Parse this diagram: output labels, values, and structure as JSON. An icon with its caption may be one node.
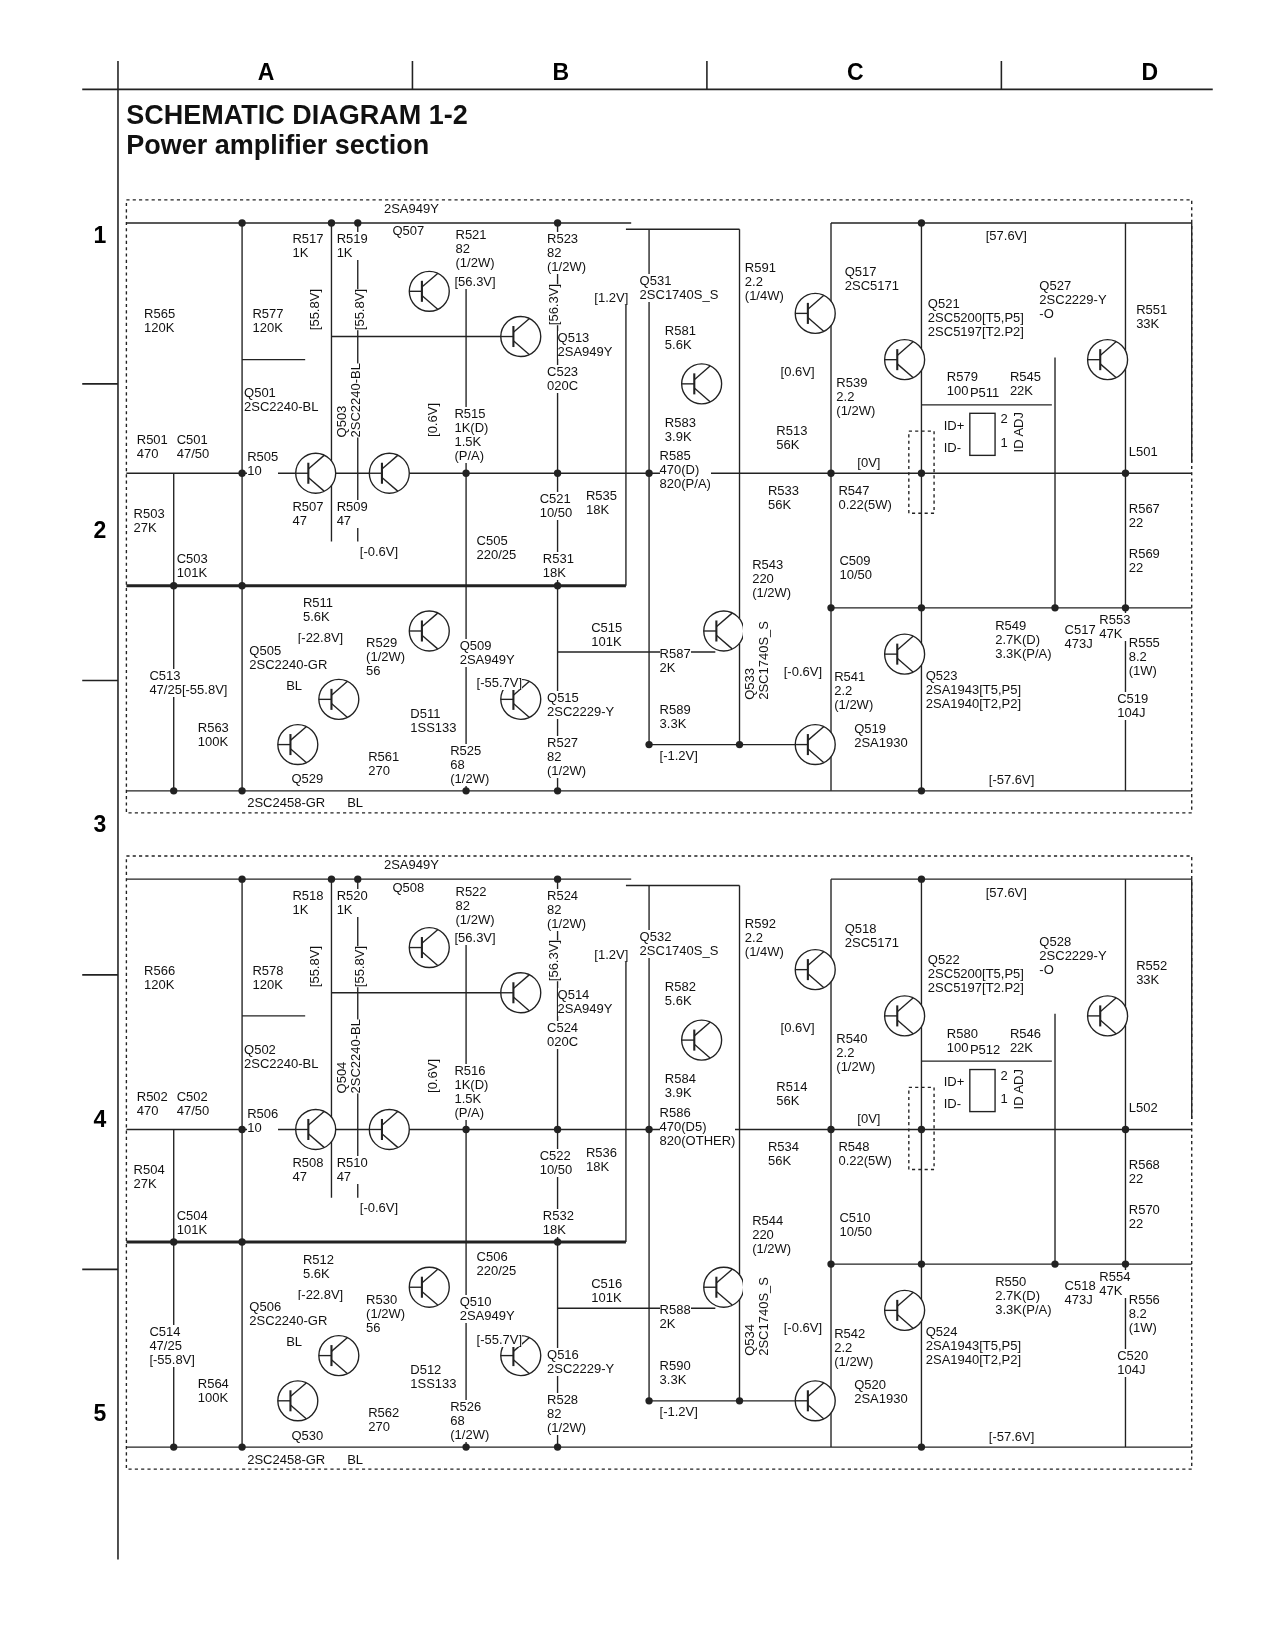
{
  "diagram": {
    "title": "SCHEMATIC DIAGRAM 1-2 Power amplifier section",
    "labels": [
      "A",
      "B",
      "C",
      "D",
      "1",
      "2",
      "3",
      "4",
      "5",
      "2SA949Y",
      "Q507",
      "R517 1K",
      "R519 1K",
      "R521 82 (1/2W)",
      "[56.3V]",
      "R523 82 (1/2W)",
      "R565 120K",
      "R577 120K",
      "[55.8V]",
      "[55.8V]",
      "[56.3V]",
      "Q513 2SA949Y",
      "C523 020C",
      "[1.2V]",
      "Q531 2SC1740S_S",
      "R591 2.2 (1/4W)",
      "Q517 2SC5171",
      "[57.6V]",
      "Q521 2SC5200[T5,P5] 2SC5197[T2.P2]",
      "Q527 2SC2229-Y -O",
      "R551 33K",
      "R581 5.6K",
      "R583 3.9K",
      "[0.6V]",
      "R539 2.2 (1/2W)",
      "R579 100",
      "P511",
      "R545 22K",
      "ID+",
      "ID-",
      "2",
      "1",
      "ID ADJ",
      "Q501 2SC2240-BL",
      "Q503 2SC2240-BL",
      "[0.6V]",
      "R515 1K(D) 1.5K (P/A)",
      "R513 56K",
      "R501 470",
      "C501 47/50",
      "R505 10",
      "L501",
      "[0V]",
      "R585 470(D) 820(P/A)",
      "R535 18K",
      "C521 10/50",
      "R533 56K",
      "R547 0.22(5W)",
      "R567 22",
      "R503 27K",
      "R507 47",
      "R509 47",
      "C505 220/25",
      "[-0.6V]",
      "R531 18K",
      "C503 101K",
      "R569 22",
      "R543 220 (1/2W)",
      "C509 10/50",
      "R511 5.6K",
      "[-22.8V]",
      "R529 (1/2W) 56",
      "Q509 2SA949Y",
      "C515 101K",
      "R587 2K",
      "Q533 2SC1740S_S",
      "R553 47K",
      "R549 2.7K(D) 3.3K(P/A)",
      "C517 473J",
      "R555 8.2 (1W)",
      "[-0.6V]",
      "R541 2.2 (1/2W)",
      "Q505 2SC2240-GR",
      "C513 47/25[-55.8V]",
      "BL",
      "[-55.7V]",
      "Q515 2SC2229-Y",
      "Q523 2SA1943[T5,P5] 2SA1940[T2,P2]",
      "C519 104J",
      "D511 1SS133",
      "R589 3.3K",
      "Q519 2SA1930",
      "R563 100K",
      "R527 82 (1/2W)",
      "R525 68 (1/2W)",
      "R561 270",
      "[-1.2V]",
      "Q529",
      "[-57.6V]",
      "2SC2458-GR",
      "BL",
      "2SA949Y",
      "Q508",
      "R518 1K",
      "R520 1K",
      "R522 82 (1/2W)",
      "[56.3V]",
      "R524 82 (1/2W)",
      "R566 120K",
      "R578 120K",
      "[55.8V]",
      "[55.8V]",
      "[56.3V]",
      "Q514 2SA949Y",
      "C524 020C",
      "[1.2V]",
      "Q532 2SC1740S_S",
      "R592 2.2 (1/4W)",
      "Q518 2SC5171",
      "[57.6V]",
      "Q522 2SC5200[T5,P5] 2SC5197[T2.P2]",
      "Q528 2SC2229-Y -O",
      "R552 33K",
      "R582 5.6K",
      "R584 3.9K",
      "[0.6V]",
      "R540 2.2 (1/2W)",
      "R580 100",
      "P512",
      "R546 22K",
      "ID+",
      "ID-",
      "2",
      "1",
      "ID ADJ",
      "Q502 2SC2240-BL",
      "Q504 2SC2240-BL",
      "[0.6V]",
      "R516 1K(D) 1.5K (P/A)",
      "R514 56K",
      "R502 470",
      "C502 47/50",
      "R506 10",
      "L502",
      "[0V]",
      "R586 470(D5) 820(OTHER)",
      "R536 18K",
      "C522 10/50",
      "R534 56K",
      "R548 0.22(5W)",
      "R568 22",
      "R504 27K",
      "R508 47",
      "R510 47",
      "C506 220/25",
      "[-0.6V]",
      "R532 18K",
      "C504 101K",
      "R570 22",
      "R544 220 (1/2W)",
      "C510 10/50",
      "R512 5.6K",
      "[-22.8V]",
      "R530 (1/2W) 56",
      "Q510 2SA949Y",
      "C516 101K",
      "R588 2K",
      "Q534 2SC1740S_S",
      "R554 47K",
      "R550 2.7K(D) 3.3K(P/A)",
      "C518 473J",
      "R556 8.2 (1W)",
      "[-0.6V]",
      "R542 2.2 (1/2W)",
      "Q506 2SC2240-GR",
      "C514 47/25 [-55.8V]",
      "BL",
      "[-55.7V]",
      "Q516 2SC2229-Y",
      "Q524 2SA1943[T5,P5] 2SA1940[T2,P2]",
      "C520 104J",
      "D512 1SS133",
      "R590 3.3K",
      "Q520 2SA1930",
      "R564 100K",
      "R528 82 (1/2W)",
      "R526 68 (1/2W)",
      "R562 270",
      "[-1.2V]",
      "Q530",
      "[-57.6V]",
      "2SC2458-GR",
      "BL"
    ]
  }
}
